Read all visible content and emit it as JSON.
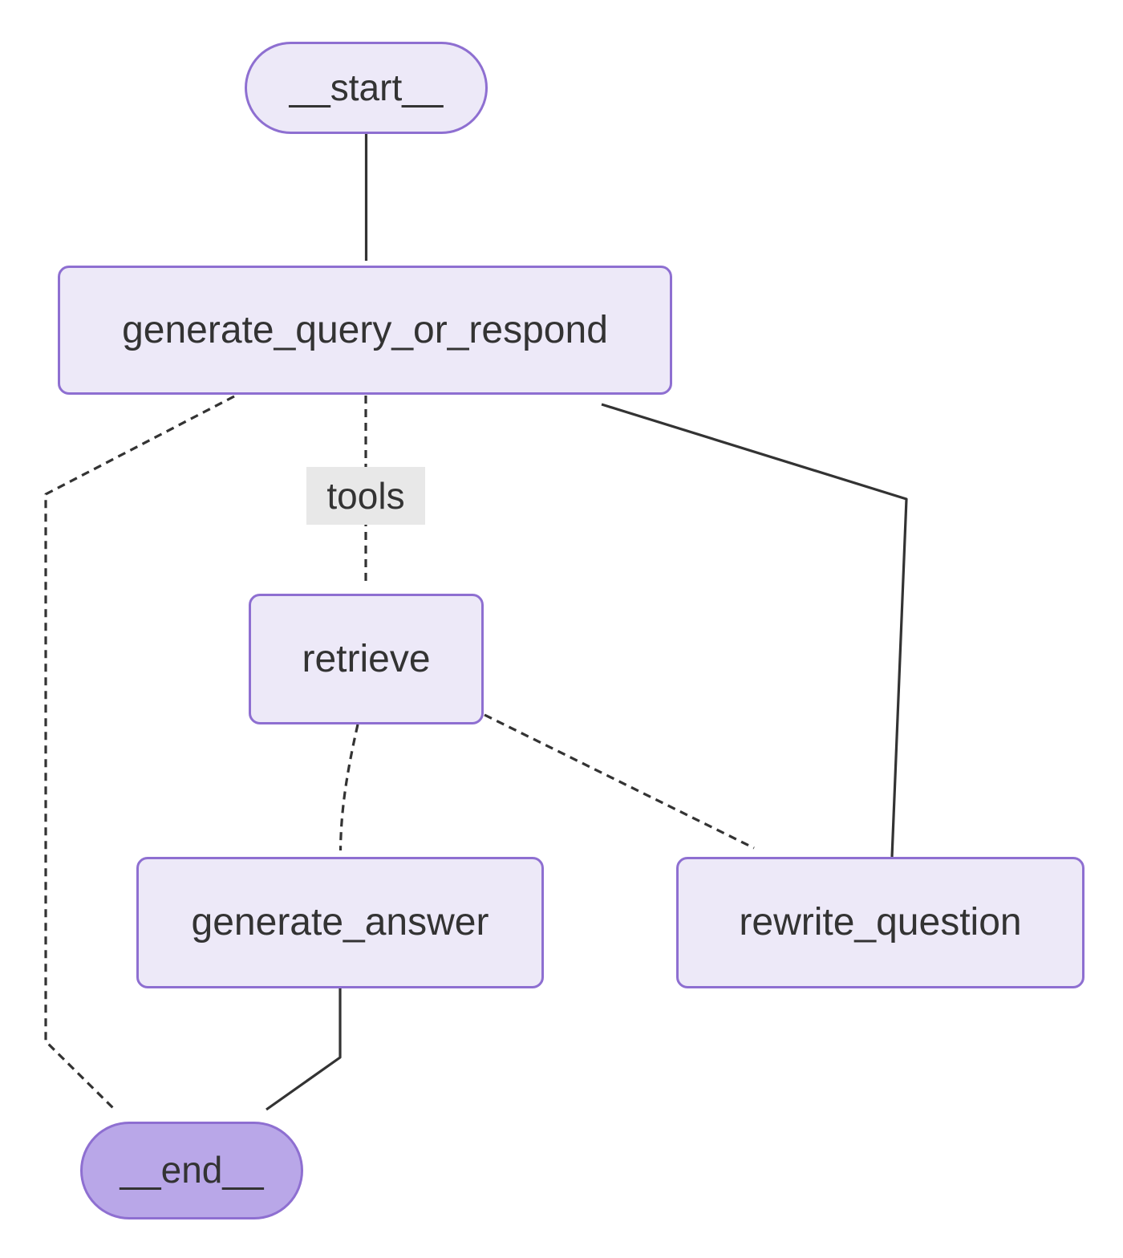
{
  "diagram": {
    "type": "flowchart",
    "direction": "top-to-bottom",
    "nodes": {
      "start": {
        "label": "__start__",
        "shape": "pill"
      },
      "generate_query_or_respond": {
        "label": "generate_query_or_respond",
        "shape": "rect"
      },
      "retrieve": {
        "label": "retrieve",
        "shape": "rect"
      },
      "generate_answer": {
        "label": "generate_answer",
        "shape": "rect"
      },
      "rewrite_question": {
        "label": "rewrite_question",
        "shape": "rect"
      },
      "end": {
        "label": "__end__",
        "shape": "pill"
      }
    },
    "edge_labels": {
      "tools": "tools"
    },
    "edges": [
      {
        "from": "__start__",
        "to": "generate_query_or_respond",
        "style": "solid",
        "label": ""
      },
      {
        "from": "generate_query_or_respond",
        "to": "retrieve",
        "style": "dotted",
        "label": "tools"
      },
      {
        "from": "generate_query_or_respond",
        "to": "__end__",
        "style": "dotted",
        "label": ""
      },
      {
        "from": "retrieve",
        "to": "generate_answer",
        "style": "dotted",
        "label": ""
      },
      {
        "from": "retrieve",
        "to": "rewrite_question",
        "style": "dotted",
        "label": ""
      },
      {
        "from": "generate_answer",
        "to": "__end__",
        "style": "solid",
        "label": ""
      },
      {
        "from": "rewrite_question",
        "to": "generate_query_or_respond",
        "style": "solid",
        "label": ""
      }
    ],
    "colors": {
      "node_fill": "#ede9f8",
      "node_border": "#8e6fd1",
      "end_fill": "#b9a7e8",
      "edge_color": "#333333",
      "edge_label_bg": "#e8e8e8",
      "text_color": "#333333",
      "background": "#ffffff"
    }
  }
}
